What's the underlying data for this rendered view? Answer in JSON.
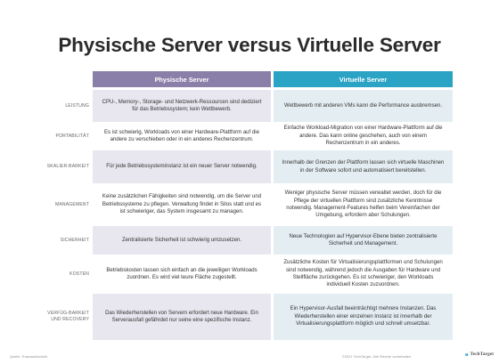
{
  "title": "Physische Server versus Virtuelle Server",
  "headers": {
    "physical": "Physische Server",
    "virtual": "Virtuelle Server"
  },
  "rows": [
    {
      "label": "Leistung",
      "physical": "CPU-, Memory-, Storage- und Netzwerk-Ressourcen sind dediziert für das Betriebssystem; kein Wettbewerb.",
      "virtual": "Wettbewerb mit anderen VMs kann die Performance ausbremsen."
    },
    {
      "label": "Portabilität",
      "physical": "Es ist schwierig, Workloads von einer Hardware-Plattform auf die andere zu verschieben oder in ein anderes Rechenzentrum.",
      "virtual": "Einfache Workload-Migration von einer Hardware-Plattform auf die andere. Das kann online geschehen, auch von einem Rechenzentrum in ein anderes."
    },
    {
      "label": "Skalier-barkeit",
      "physical": "Für jede Betriebssysteminstanz ist ein neuer Server notwendig.",
      "virtual": "Innerhalb der Grenzen der Plattform lassen sich virtuelle Maschinen in der Software sofort und automatisiert bereitstellen."
    },
    {
      "label": "Management",
      "physical": "Keine zusätzlichen Fähigkeiten sind notwendig, um die Server und Betriebssysteme zu pflegen. Verwaltung findet in Silos statt und es ist schwieriger, das System insgesamt zu managen.",
      "virtual": "Weniger physische Server müssen verwaltet werden, doch für die Pflege der virtuellen Plattform sind zusätzliche Kenntnisse notwendig. Management-Features helfen beim Vereinfachen der Umgebung, erfordern aber Schulungen."
    },
    {
      "label": "Sicherheit",
      "physical": "Zentralisierte Sicherheit ist schwierig umzusetzen.",
      "virtual": "Neue Technologien auf Hypervisor-Ebene bieten zentralisierte Sicherheit und Management."
    },
    {
      "label": "Kosten",
      "physical": "Betriebskosten lassen sich einfach an die jeweiligen Workloads zuordnen. Es wird viel teure Fläche zugestellt.",
      "virtual": "Zusätzliche Kosten für Virtualisierungsplattformen und Schulungen sind notwendig, während jedoch die Ausgaben für Hardware und Stellfläche zurückgehen. Es ist schwieriger, den Workloads individuell Kosten zuzuordnen."
    },
    {
      "label": "Verfüg-barkeit und Recovery",
      "physical": "Das Wiederherstellen von Servern erfordert neue Hardware. Ein Serverausfall gefährdet nur seine eine spezifische Instanz.",
      "virtual": "Ein Hypervisor-Ausfall beeinträchtigt mehrere Instanzen. Das Wiederherstellen einer einzelnen Instanz ist innerhalb der Virtualisierungsplattform möglich und schnell umsetzbar."
    }
  ],
  "footer": {
    "source": "Quelle: Enwaradtechnik",
    "copyright": "©2021 TechTarget. Alle Rechte vorbehalten.",
    "brand": "TechTarget"
  }
}
